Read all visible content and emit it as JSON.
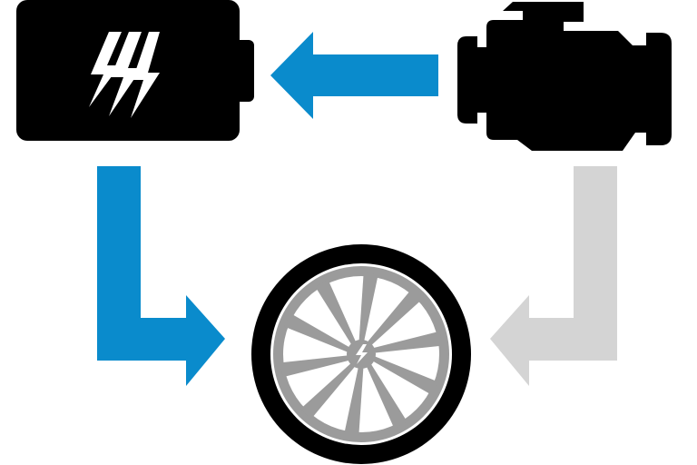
{
  "colors": {
    "background": "#ffffff",
    "battery": "#000000",
    "engine": "#000000",
    "active_flow": "#0a8bcc",
    "inactive_flow": "#d4d4d4",
    "tire": "#000000",
    "rim": "#9b9b9b",
    "bolt": "#ffffff"
  },
  "nodes": [
    {
      "id": "battery",
      "icon": "battery-icon"
    },
    {
      "id": "engine",
      "icon": "engine-icon"
    },
    {
      "id": "wheel",
      "icon": "wheel-icon"
    }
  ],
  "edges": [
    {
      "from": "engine",
      "to": "battery",
      "state": "active"
    },
    {
      "from": "battery",
      "to": "wheel",
      "state": "active"
    },
    {
      "from": "engine",
      "to": "wheel",
      "state": "inactive"
    }
  ]
}
